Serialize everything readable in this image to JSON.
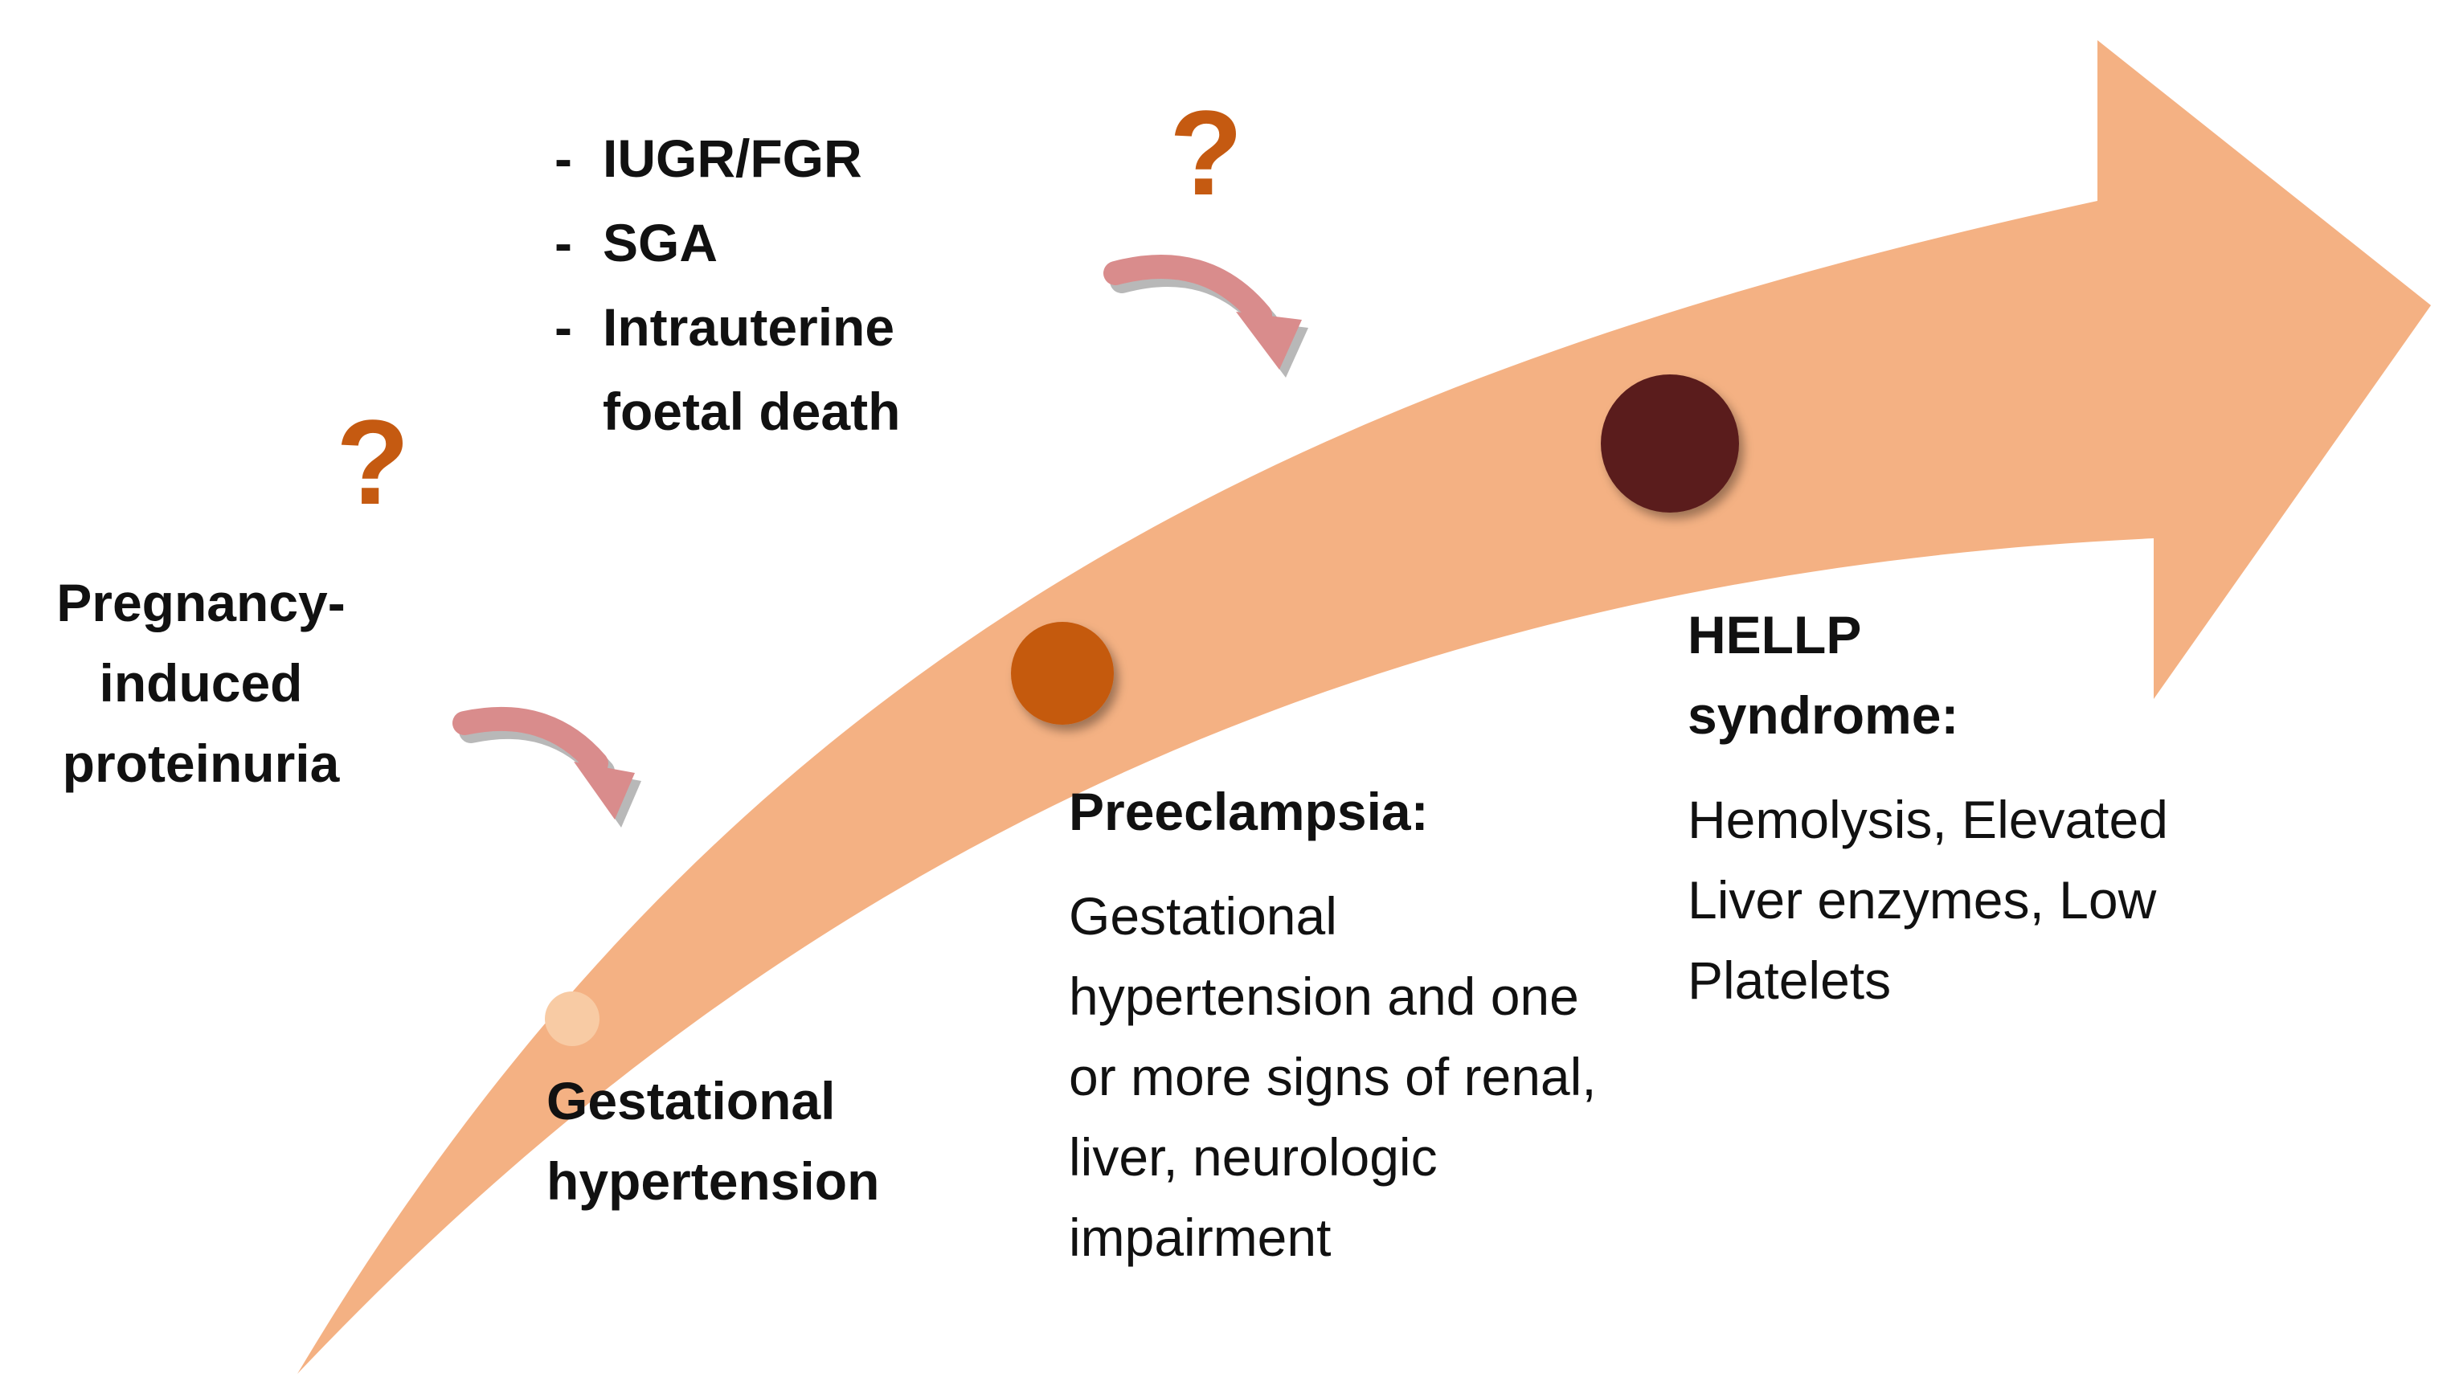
{
  "diagram": {
    "colors": {
      "arrow": "#f4b183",
      "pointer_arrow": "#d98c8c",
      "pointer_shadow": "#b8b8b8",
      "question_mark": "#c55a11",
      "dot_gestational_hypertension": "#f8cba4",
      "dot_preeclampsia": "#c55a11",
      "dot_hellp": "#5a1e1e",
      "text": "#111111"
    },
    "icons": [
      "question-mark-icon",
      "curved-pointer-arrow-icon"
    ],
    "pregnancy_induced_proteinuria": {
      "label": "Pregnancy-induced proteinuria"
    },
    "fetal_outcomes": {
      "items": [
        {
          "dash": "-",
          "text": "IUGR/FGR"
        },
        {
          "dash": "-",
          "text": "SGA"
        },
        {
          "dash": "-",
          "text": "Intrauterine foetal death"
        }
      ]
    },
    "question_mark": "?",
    "stages": [
      {
        "title": "Gestational hypertension",
        "description": ""
      },
      {
        "title": "Preeclampsia:",
        "description": "Gestational hypertension and one or more signs of renal, liver, neurologic impairment"
      },
      {
        "title": "HELLP syndrome:",
        "description": "Hemolysis, Elevated Liver enzymes, Low Platelets"
      }
    ]
  }
}
